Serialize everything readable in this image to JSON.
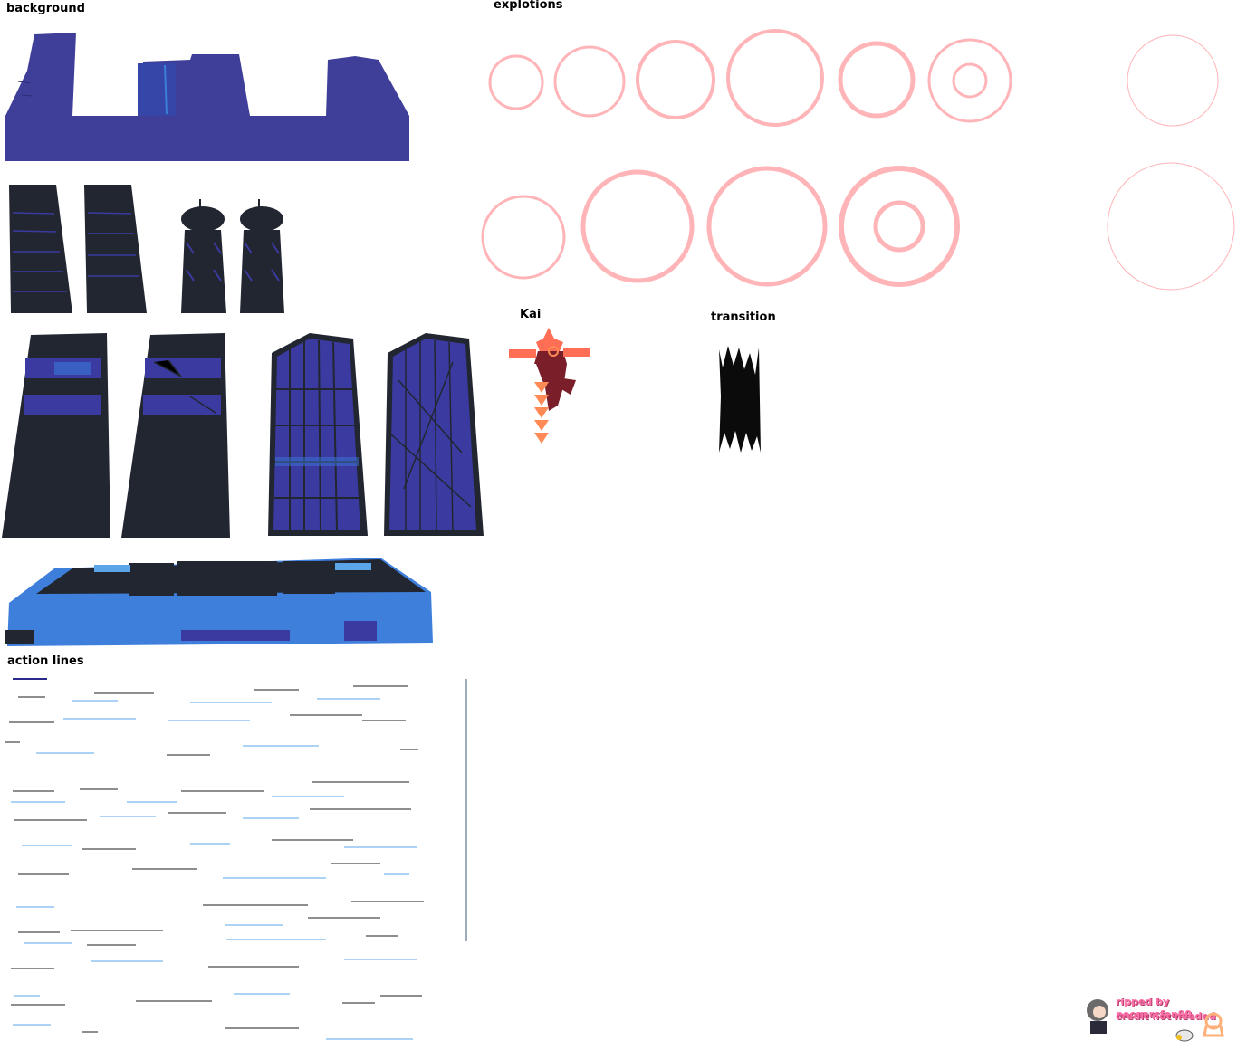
{
  "sections": {
    "background": "background",
    "explosions": "explotions",
    "kai": "Kai",
    "transition": "transition",
    "action_lines": "action lines"
  },
  "credit": {
    "line1": "ripped by necoarcfan99",
    "line2": "credit not needed"
  },
  "colors": {
    "city_skyline": "#3f3f9a",
    "building_dark": "#222630",
    "building_window": "#3a3aa0",
    "building_window_light": "#3b78d8",
    "train_blue": "#3f7fdc",
    "explosion_ring": "#ffb4b8",
    "kai_red": "#7a1e2a",
    "kai_orange": "#ff8a55",
    "transition_black": "#0b0b0b",
    "action_line_dark": "#1e1e1e",
    "action_line_blue": "#5aa6e8"
  },
  "icons": {
    "kai_sprite": "kai-character-sprite",
    "credit_mascot": "chibi-girl-icon",
    "credit_dog": "dog-icon"
  }
}
